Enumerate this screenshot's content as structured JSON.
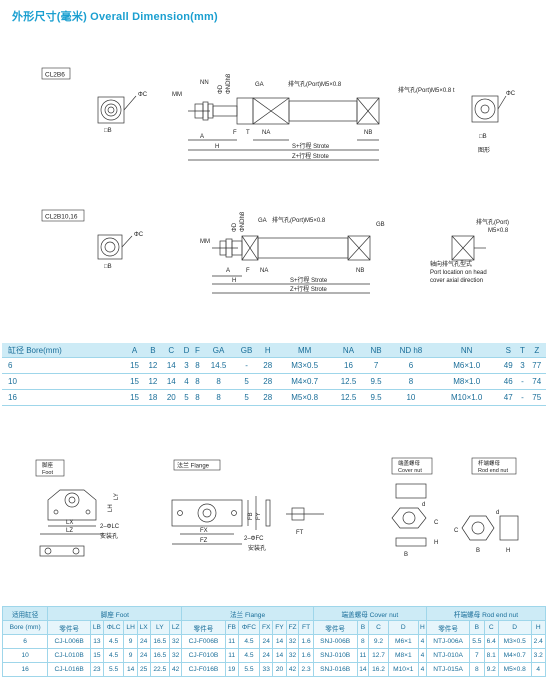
{
  "title": "外形尺寸(毫米) Overall Dimension(mm)",
  "drawings": {
    "model_a": "CL2B6",
    "model_b": "CL2B10,16",
    "labels_top": {
      "nn": "NN",
      "mm": "MM",
      "phiD": "ΦD",
      "phiNDh8": "ΦNDh8",
      "ga": "GA",
      "exhaust1": "排气孔(Port)M5×0.8",
      "exhaust2": "排气孔(Port)M5×0.8 t",
      "phiC": "ΦC",
      "boxB": "□B",
      "a": "A",
      "f": "F",
      "t": "T",
      "na": "NA",
      "nb": "NB",
      "h": "H",
      "stroke_s": "S+行程 Strote",
      "stroke_z": "Z+行程 Strote",
      "figure": "图形"
    },
    "labels_mid": {
      "phiD": "ΦD",
      "phiNDh8": "ΦNDh8",
      "ga": "GA",
      "gb": "GB",
      "mm": "MM",
      "exhaust": "排气孔(Port)M5×0.8",
      "port": "排气孔(Port)",
      "port_m5": "M5×0.8",
      "axial_cn": "轴向排气孔型式",
      "axial_en1": "Port location on head",
      "axial_en2": "cover axial direction",
      "a": "A",
      "f": "F",
      "na": "NA",
      "nb": "NB",
      "h": "H",
      "stroke_s": "S+行程 Strote",
      "stroke_z": "Z+行程 Strote",
      "phiC": "ΦC",
      "boxB": "□B"
    },
    "accessories": {
      "foot_cn": "脚座",
      "foot_en": "Foot",
      "flange": "法兰 Flange",
      "cover_cn": "端盖螺母",
      "cover_en": "Cover nut",
      "rod_cn": "杆端螺母",
      "rod_en": "Rod end nut",
      "lx": "LX",
      "lz": "LZ",
      "lc": "2–ΦLC",
      "mount": "安装孔",
      "fx": "FX",
      "fz": "FZ",
      "fc": "2–ΦFC",
      "fb": "FB",
      "fy": "FY",
      "ft": "FT",
      "ly": "LY",
      "lh": "LH",
      "d": "d",
      "b": "B",
      "c": "C",
      "h": "H"
    }
  },
  "table1": {
    "headers": [
      "缸径 Bore(mm)",
      "A",
      "B",
      "C",
      "D",
      "F",
      "GA",
      "GB",
      "H",
      "MM",
      "NA",
      "NB",
      "ND h8",
      "NN",
      "S",
      "T",
      "Z"
    ],
    "rows": [
      [
        "6",
        "15",
        "12",
        "14",
        "3",
        "8",
        "14.5",
        "-",
        "28",
        "M3×0.5",
        "16",
        "7",
        "6",
        "M6×1.0",
        "49",
        "3",
        "77"
      ],
      [
        "10",
        "15",
        "12",
        "14",
        "4",
        "8",
        "8",
        "5",
        "28",
        "M4×0.7",
        "12.5",
        "9.5",
        "8",
        "M8×1.0",
        "46",
        "-",
        "74"
      ],
      [
        "16",
        "15",
        "18",
        "20",
        "5",
        "8",
        "8",
        "5",
        "28",
        "M5×0.8",
        "12.5",
        "9.5",
        "10",
        "M10×1.0",
        "47",
        "-",
        "75"
      ]
    ]
  },
  "table2": {
    "corner": "适用缸径",
    "bore": "Bore (mm)",
    "groups": [
      "脚座 Foot",
      "法兰 Flange",
      "端盖螺母 Cover nut",
      "杆端螺母 Rod end nut"
    ],
    "sub": [
      "零件号",
      "LB",
      "ΦLC",
      "LH",
      "LX",
      "LY",
      "LZ",
      "零件号",
      "FB",
      "ΦFC",
      "FX",
      "FY",
      "FZ",
      "FT",
      "零件号",
      "B",
      "C",
      "D",
      "H",
      "零件号",
      "B",
      "C",
      "D",
      "H"
    ],
    "rows": [
      [
        "6",
        "CJ-L006B",
        "13",
        "4.5",
        "9",
        "24",
        "16.5",
        "32",
        "CJ-F006B",
        "11",
        "4.5",
        "24",
        "14",
        "32",
        "1.6",
        "SNJ-006B",
        "8",
        "9.2",
        "M6×1",
        "4",
        "NTJ-006A",
        "5.5",
        "6.4",
        "M3×0.5",
        "2.4"
      ],
      [
        "10",
        "CJ-L010B",
        "15",
        "4.5",
        "9",
        "24",
        "16.5",
        "32",
        "CJ-F010B",
        "11",
        "4.5",
        "24",
        "14",
        "32",
        "1.6",
        "SNJ-010B",
        "11",
        "12.7",
        "M8×1",
        "4",
        "NTJ-010A",
        "7",
        "8.1",
        "M4×0.7",
        "3.2"
      ],
      [
        "16",
        "CJ-L016B",
        "23",
        "5.5",
        "14",
        "25",
        "22.5",
        "42",
        "CJ-F016B",
        "19",
        "5.5",
        "33",
        "20",
        "42",
        "2.3",
        "SNJ-016B",
        "14",
        "16.2",
        "M10×1",
        "4",
        "NTJ-015A",
        "8",
        "9.2",
        "M5×0.8",
        "4"
      ]
    ]
  }
}
